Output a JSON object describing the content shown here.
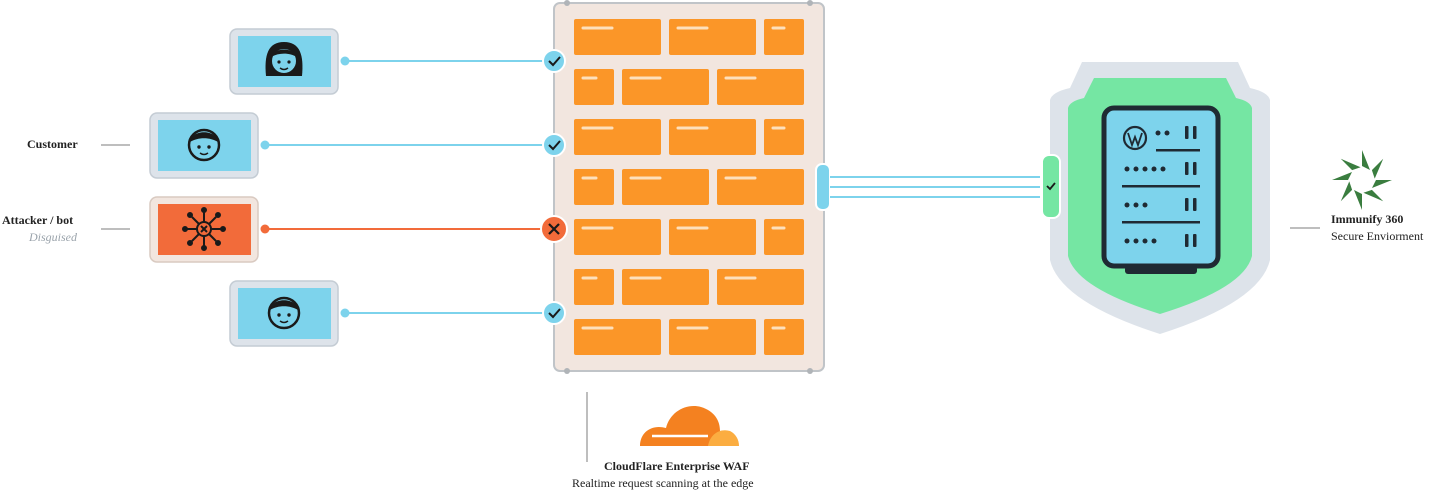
{
  "labels": {
    "customer": "Customer",
    "attacker": "Attacker / bot",
    "attacker_sub": "Disguised",
    "waf_title": "CloudFlare Enterprise WAF",
    "waf_sub": "Realtime request scanning at the edge",
    "immunify_title": "Immunify 360",
    "immunify_sub": "Secure Enviorment"
  },
  "clients": [
    {
      "kind": "user-female",
      "status": "allowed"
    },
    {
      "kind": "user-male",
      "status": "allowed"
    },
    {
      "kind": "attacker-bot",
      "status": "blocked"
    },
    {
      "kind": "user-male",
      "status": "allowed"
    }
  ],
  "colors": {
    "allowed": "#7dd3ec",
    "blocked": "#f26b3a",
    "brick": "#fb9628",
    "wall": "#f2e6df",
    "shield": "#75e6a3",
    "shield_outer": "#dde3ea",
    "server": "#7dd3ec",
    "immunify_logo": "#3a7d3f",
    "cloudflare": "#f48120"
  }
}
